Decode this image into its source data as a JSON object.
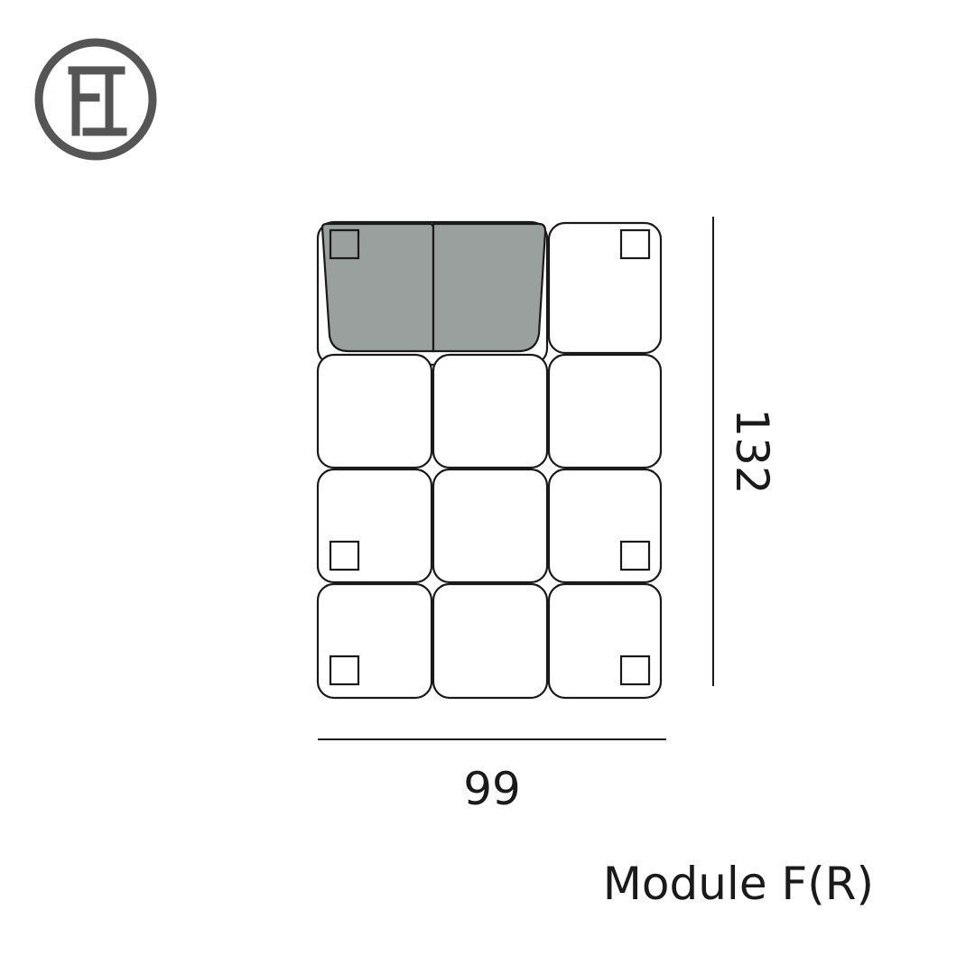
{
  "logo": {
    "text": "FI",
    "color": "#555555"
  },
  "dimensions": {
    "width": "99",
    "depth": "132"
  },
  "module": {
    "label": "Module F(R)"
  },
  "colors": {
    "stroke": "#1a1a1a",
    "backrest": "#9aa09d",
    "background": "#ffffff"
  }
}
